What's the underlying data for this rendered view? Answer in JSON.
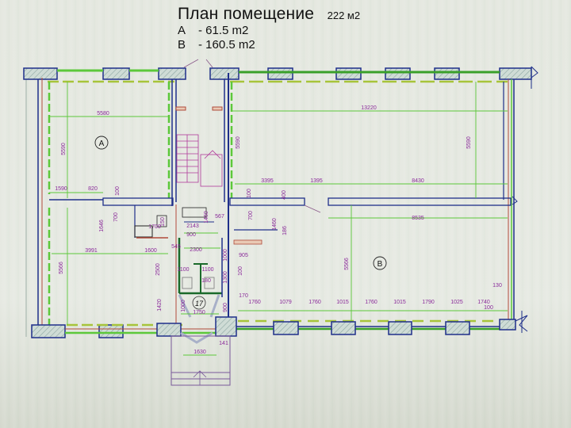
{
  "title": {
    "main": "План помещение",
    "total_area": "222 м2",
    "areas": [
      {
        "label": "A",
        "value": "- 61.5 m2"
      },
      {
        "label": "B",
        "value": "- 160.5 m2"
      }
    ]
  },
  "rooms": [
    {
      "id": "A",
      "label": "A"
    },
    {
      "id": "B",
      "label": "B"
    },
    {
      "id": "17",
      "label": "17"
    }
  ],
  "dimensions": {
    "room_a": {
      "width_top": "5580",
      "height_top": "5590",
      "seg_1590": "1590",
      "seg_820": "820",
      "seg_100": "100",
      "seg_1646": "1646",
      "seg_700": "700",
      "seg_1700": "1700",
      "seg_150": "150",
      "seg_3991": "3991",
      "seg_1600": "1600",
      "height_bottom": "5566",
      "seg_1420": "1420"
    },
    "core": {
      "seg_2143": "2143",
      "seg_1460a": "1460",
      "seg_567": "567",
      "seg_900a": "900",
      "seg_545": "545",
      "seg_2300": "2300",
      "seg_1100a": "1100",
      "seg_1100b": "1100",
      "seg_180": "180",
      "seg_2500": "2500",
      "seg_1000a": "1000",
      "seg_1300": "1300",
      "seg_1000b": "1000",
      "seg_1750": "1750",
      "seg_900b": "900",
      "seg_1630": "1630",
      "seg_141": "141"
    },
    "room_b": {
      "width_top": "13220",
      "height_left": "5590",
      "height_right": "5590",
      "seg_3395": "3395",
      "seg_1395": "1395",
      "seg_8430": "8430",
      "seg_100": "100",
      "seg_400": "400",
      "seg_700": "700",
      "seg_1460": "1460",
      "seg_186": "186",
      "seg_905": "905",
      "seg_100b": "100",
      "seg_8535": "8535",
      "height_bottom": "5566",
      "seg_130": "130",
      "seg_100c": "100",
      "seg_170": "170",
      "bottom_row": [
        "1760",
        "1079",
        "1760",
        "1015",
        "1760",
        "1015",
        "1790",
        "1025",
        "1740"
      ]
    }
  },
  "colors": {
    "wall": "#1f2f8a",
    "green_line": "#5cc83a",
    "dim_text": "#8a2a9a",
    "hatch": "#9bb4b0",
    "red_line": "#b04a3a"
  }
}
